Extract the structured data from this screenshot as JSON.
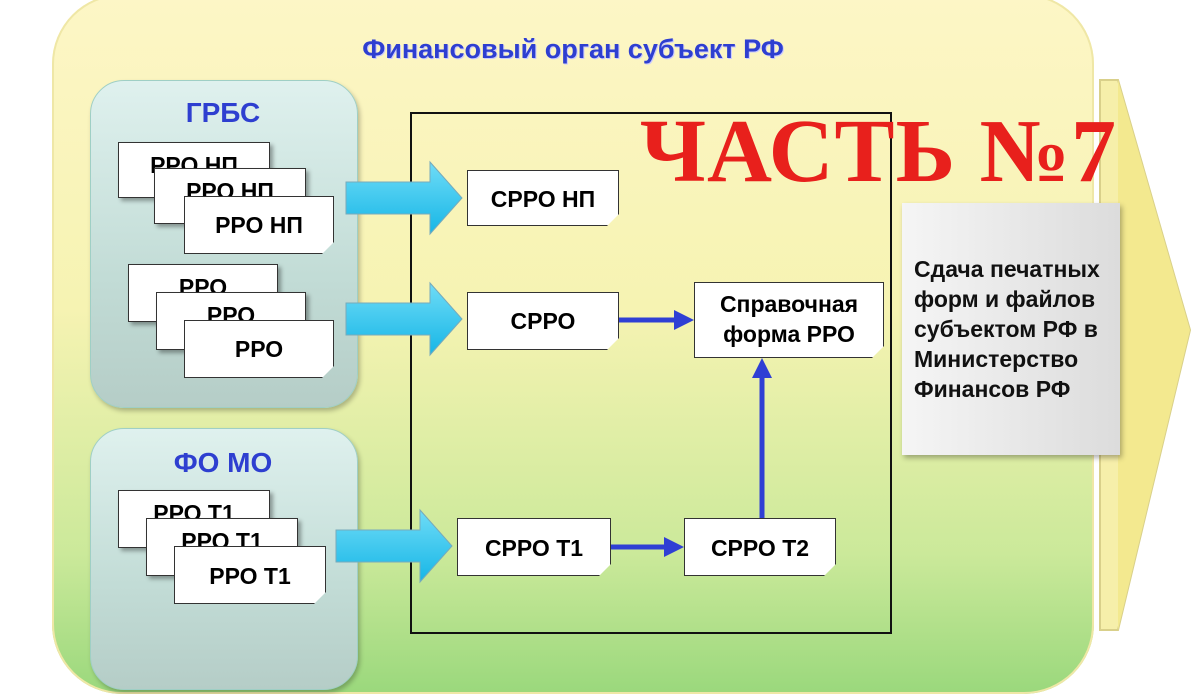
{
  "panel_title": "Финансовый орган субъект РФ",
  "part_label": "ЧАСТЬ №7",
  "groups": {
    "grbs": {
      "title": "ГРБС",
      "stack1": [
        "РРО НП",
        "РРО НП",
        "РРО НП"
      ],
      "stack2": [
        "РРО",
        "РРО",
        "РРО"
      ]
    },
    "fomo": {
      "title": "ФО МО",
      "stack1": [
        "РРО Т1",
        "РРО Т1",
        "РРО Т1"
      ]
    }
  },
  "center": {
    "srro_np": "СРРО НП",
    "srro": "СРРО",
    "reference_form": "Справочная форма РРО",
    "srro_t1": "СРРО Т1",
    "srro_t2": "СРРО Т2"
  },
  "right_text": "Сдача печатных форм и файлов субъектом РФ в Министерство Финансов РФ",
  "colors": {
    "title_blue": "#2e3fd0",
    "part_red": "#e8201c",
    "arrow_cyan": "#29c4ee",
    "arrow_blue": "#2f3fd4"
  }
}
